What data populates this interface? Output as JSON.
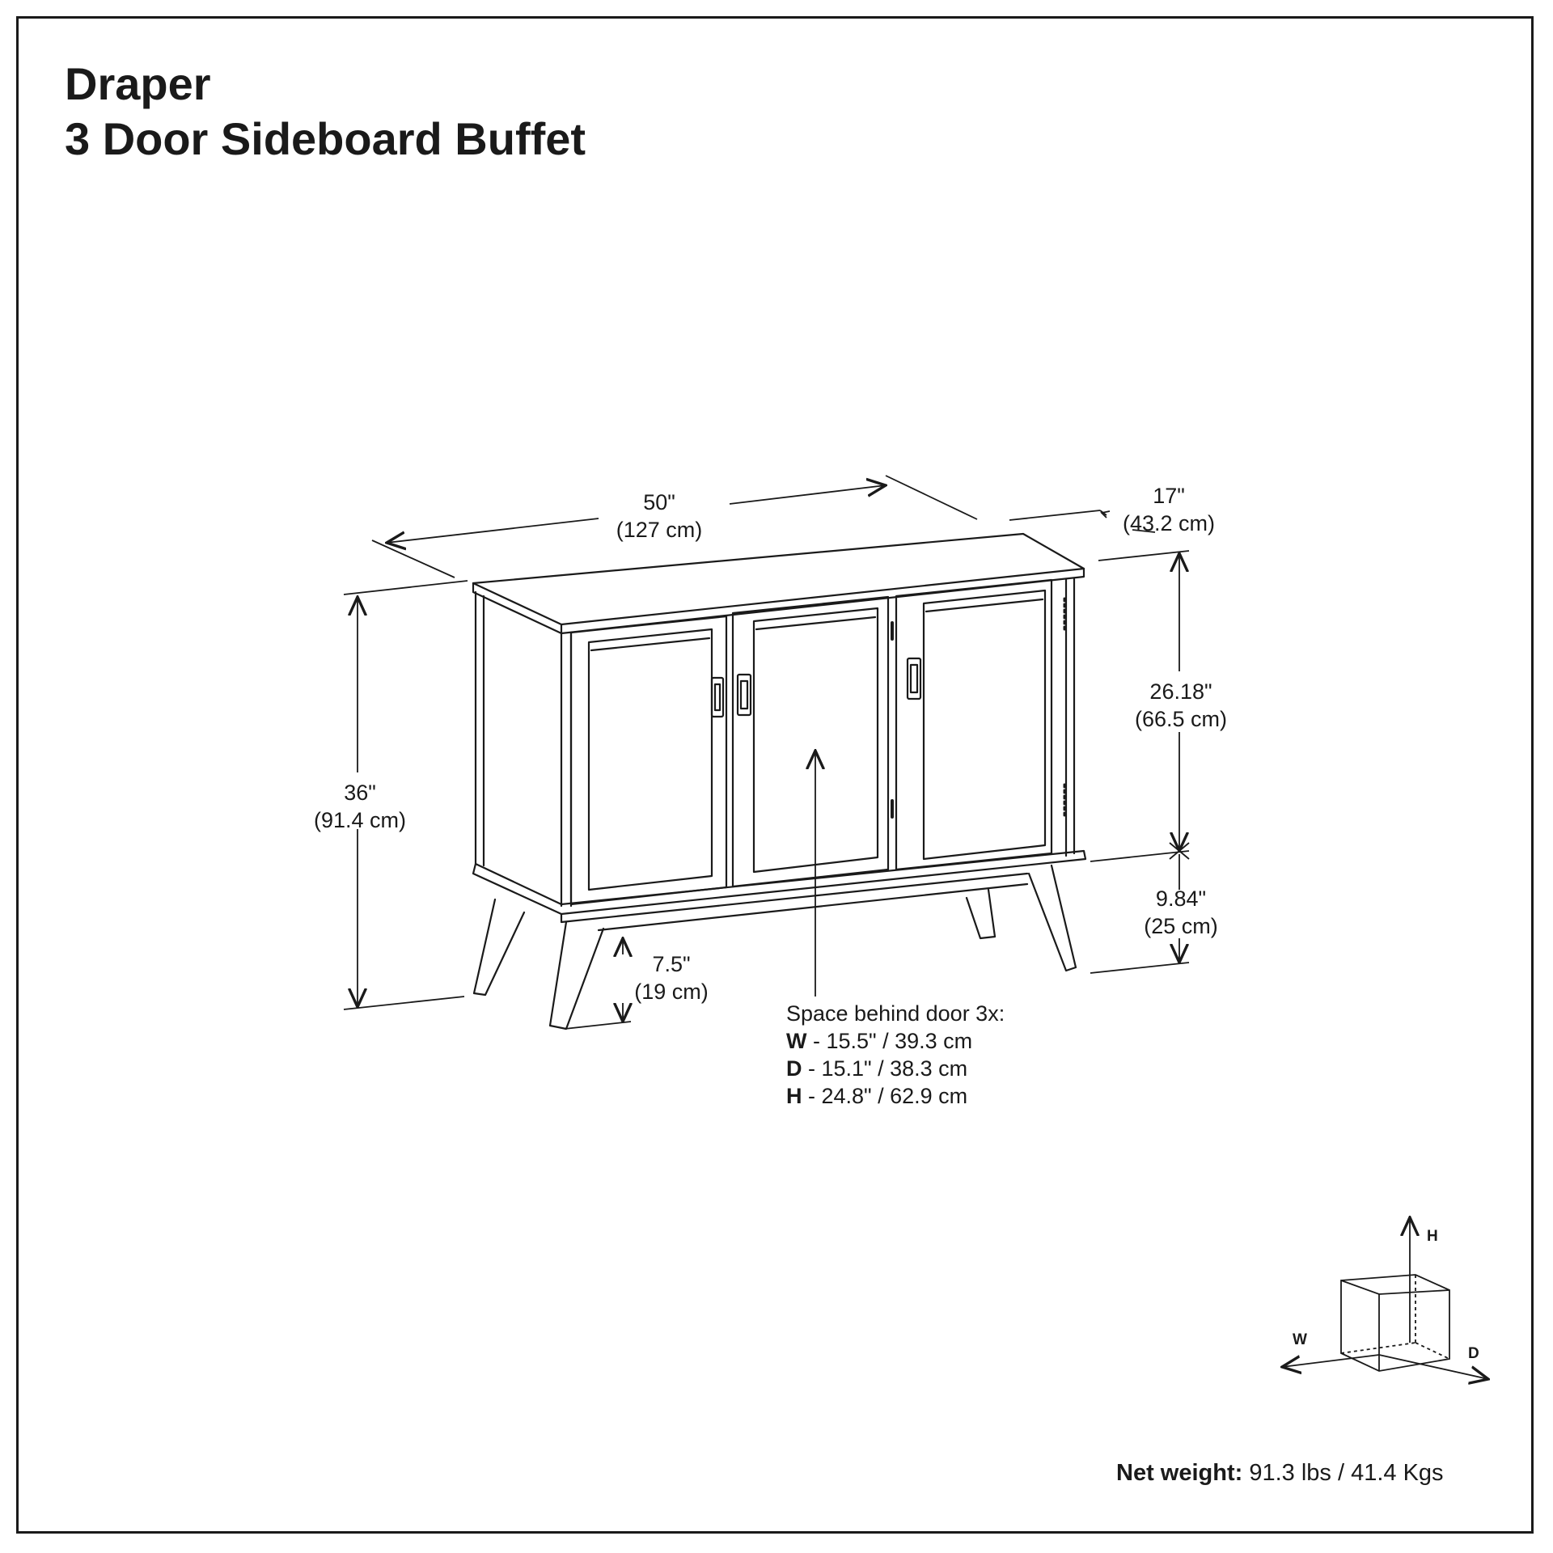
{
  "title": {
    "line1": "Draper",
    "line2": "3 Door Sideboard Buffet"
  },
  "dimensions": {
    "width": {
      "imperial": "50\"",
      "metric": "(127 cm)"
    },
    "depth": {
      "imperial": "17\"",
      "metric": "(43.2 cm)"
    },
    "height": {
      "imperial": "36\"",
      "metric": "(91.4 cm)"
    },
    "cabinet_height": {
      "imperial": "26.18\"",
      "metric": "(66.5 cm)"
    },
    "leg_height": {
      "imperial": "9.84\"",
      "metric": "(25 cm)"
    },
    "clearance": {
      "imperial": "7.5\"",
      "metric": "(19 cm)"
    }
  },
  "space_behind_door": {
    "heading": "Space behind door 3x:",
    "rows": [
      {
        "key": "W",
        "value": " - 15.5\" / 39.3 cm"
      },
      {
        "key": "D",
        "value": " - 15.1\" / 38.3 cm"
      },
      {
        "key": "H",
        "value": " - 24.8\" / 62.9 cm"
      }
    ]
  },
  "axis_legend": {
    "h": "H",
    "w": "W",
    "d": "D"
  },
  "net_weight": {
    "label": "Net weight:",
    "value": " 91.3 lbs / 41.4 Kgs"
  }
}
